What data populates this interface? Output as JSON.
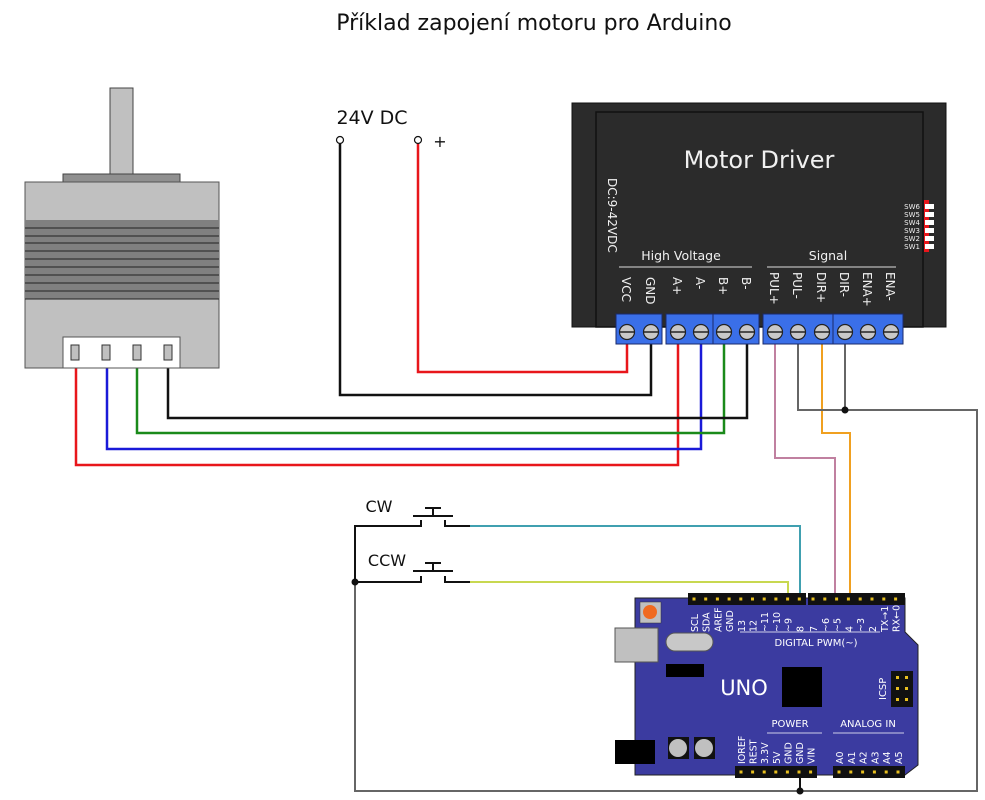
{
  "title": "Příklad zapojení motoru pro Arduino",
  "power_supply": {
    "label": "24V DC",
    "plus_label": "+"
  },
  "driver": {
    "title": "Motor Driver",
    "voltage_rating": "DC:9-42VDC",
    "group_high_voltage": "High Voltage",
    "group_signal": "Signal",
    "terminals_high": [
      "VCC",
      "GND",
      "A+",
      "A-",
      "B+",
      "B-"
    ],
    "terminals_signal": [
      "PUL+",
      "PUL-",
      "DIR+",
      "DIR-",
      "ENA+",
      "ENA-"
    ],
    "dip_switches": [
      "SW6",
      "SW5",
      "SW4",
      "SW3",
      "SW2",
      "SW1"
    ]
  },
  "buttons": {
    "cw": "CW",
    "ccw": "CCW"
  },
  "arduino": {
    "name": "UNO",
    "digital_label": "DIGITAL PWM(~)",
    "power_label": "POWER",
    "analog_label": "ANALOG IN",
    "icsp_label": "ICSP",
    "digital_pins_left": [
      "SCL",
      "SDA",
      "AREF",
      "GND",
      "13",
      "12",
      "~11",
      "~10",
      "~9",
      "8"
    ],
    "digital_pins_right": [
      "7",
      "~6",
      "~5",
      "4",
      "~3",
      "2",
      "TX→1",
      "RX←0"
    ],
    "power_pins": [
      "IOREF",
      "REST",
      "3.3V",
      "5V",
      "GND",
      "GND",
      "VIN"
    ],
    "analog_pins": [
      "A0",
      "A1",
      "A2",
      "A3",
      "A4",
      "A5"
    ]
  },
  "colors": {
    "driver_body": "#2b2b2b",
    "terminal_blue": "#3a6fe8",
    "arduino_blue": "#3b3ba0",
    "wire_red": "#e8161b",
    "wire_blue": "#1a1ad8",
    "wire_green": "#1a8a1a",
    "wire_black": "#111111",
    "wire_pink": "#c080a0",
    "wire_orange": "#f0a020",
    "wire_teal": "#40a0b0",
    "wire_yellow": "#c8d850",
    "wire_gray": "#666666"
  }
}
